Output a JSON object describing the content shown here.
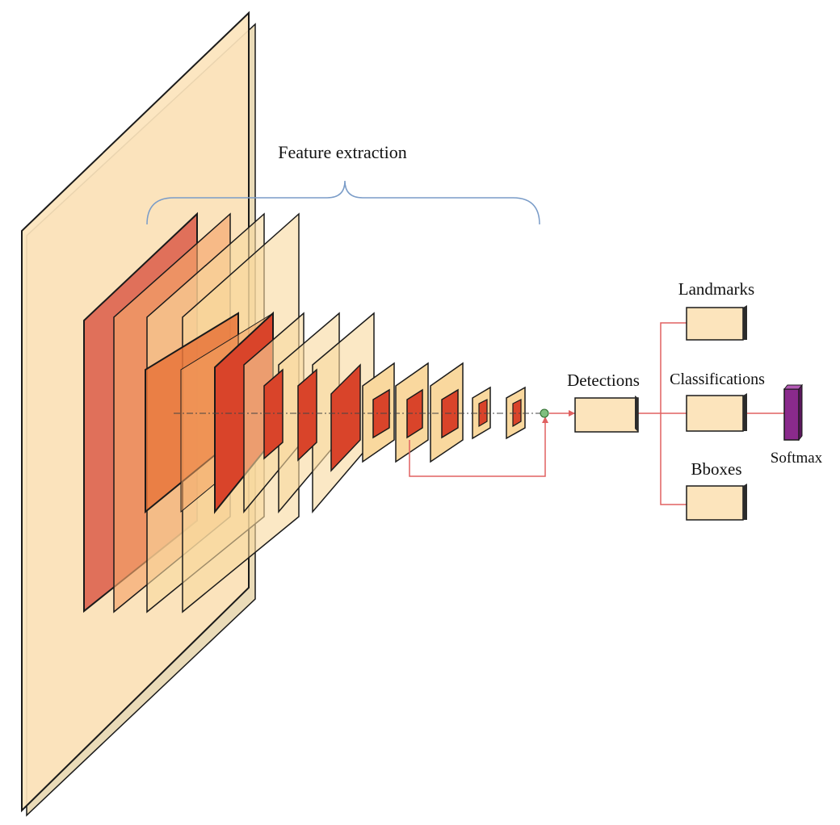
{
  "labels": {
    "feature_extraction": "Feature extraction",
    "detections": "Detections",
    "landmarks": "Landmarks",
    "classifications": "Classifications",
    "bboxes": "Bboxes",
    "softmax": "Softmax"
  },
  "colors": {
    "input_plane": "#fce4bc",
    "feature_plane": "#f9d89e",
    "feature_dark": "#d9442a",
    "feature_mid": "#e8743a",
    "feature_light": "#f2a060",
    "outline": "#1a1a1a",
    "connector": "#e06060",
    "brace": "#7a9cc8",
    "node": "#7fbf7f",
    "softmax": "#8a2a8c"
  }
}
